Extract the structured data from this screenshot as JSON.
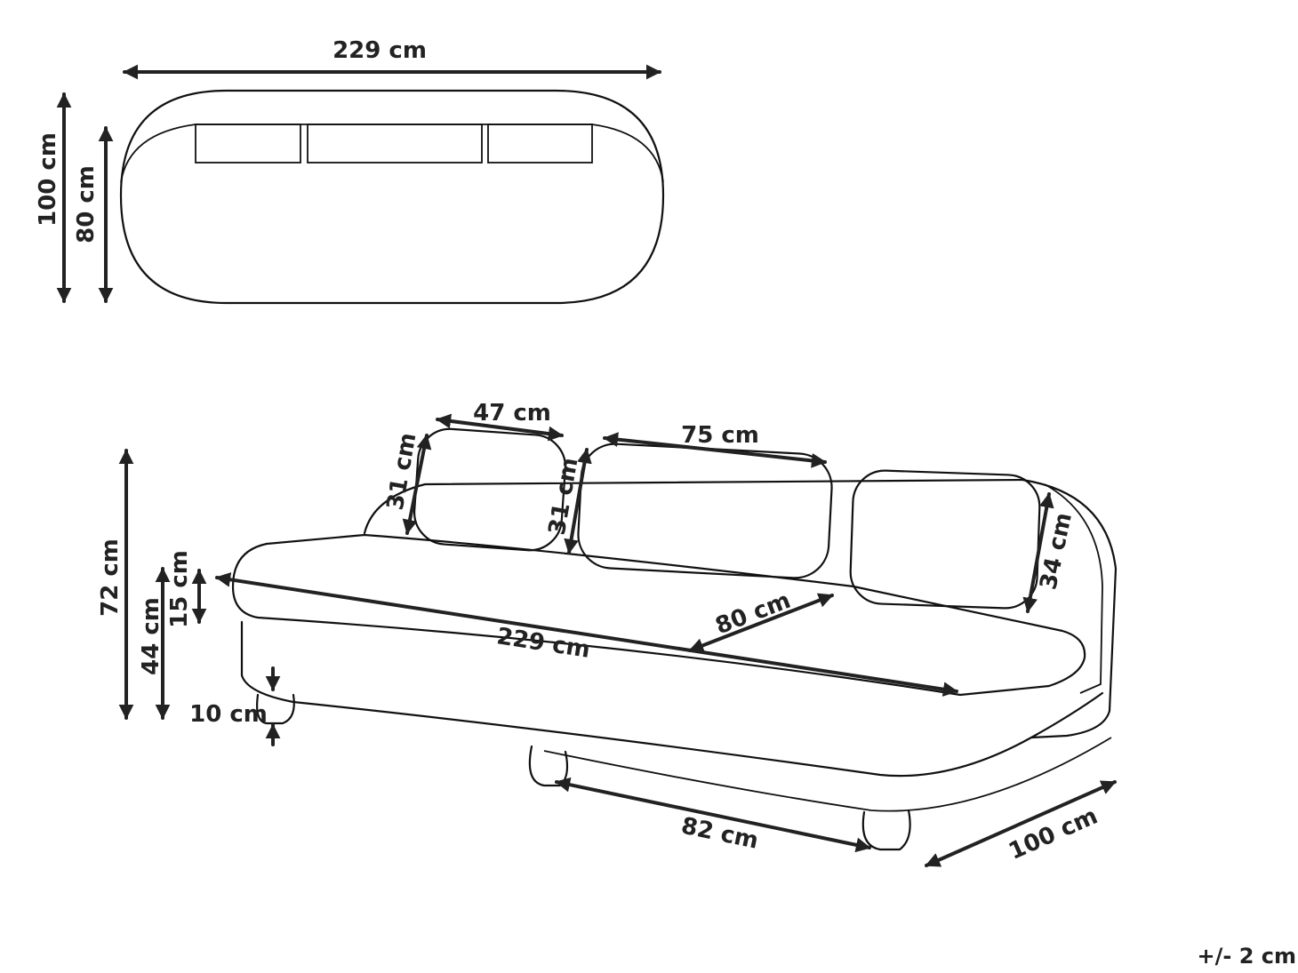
{
  "top_view": {
    "width_label": "229 cm",
    "depth_label": "100 cm",
    "seat_depth_label": "80 cm"
  },
  "front_view": {
    "cushion_left_width_label": "47 cm",
    "cushion_left_height_label": "31 cm",
    "cushion_middle_width_label": "75 cm",
    "cushion_middle_height_label": "31 cm",
    "cushion_right_height_label": "34 cm",
    "total_height_label": "72 cm",
    "seat_height_label": "44 cm",
    "seat_cushion_label": "15 cm",
    "leg_height_label": "10 cm",
    "seat_width_label": "229 cm",
    "seat_depth_label": "80 cm",
    "leg_span_label": "82 cm",
    "depth_label": "100 cm"
  },
  "tolerance_label": "+/- 2 cm",
  "colors": {
    "line": "#111111",
    "dimension": "#222222",
    "background": "#ffffff"
  }
}
